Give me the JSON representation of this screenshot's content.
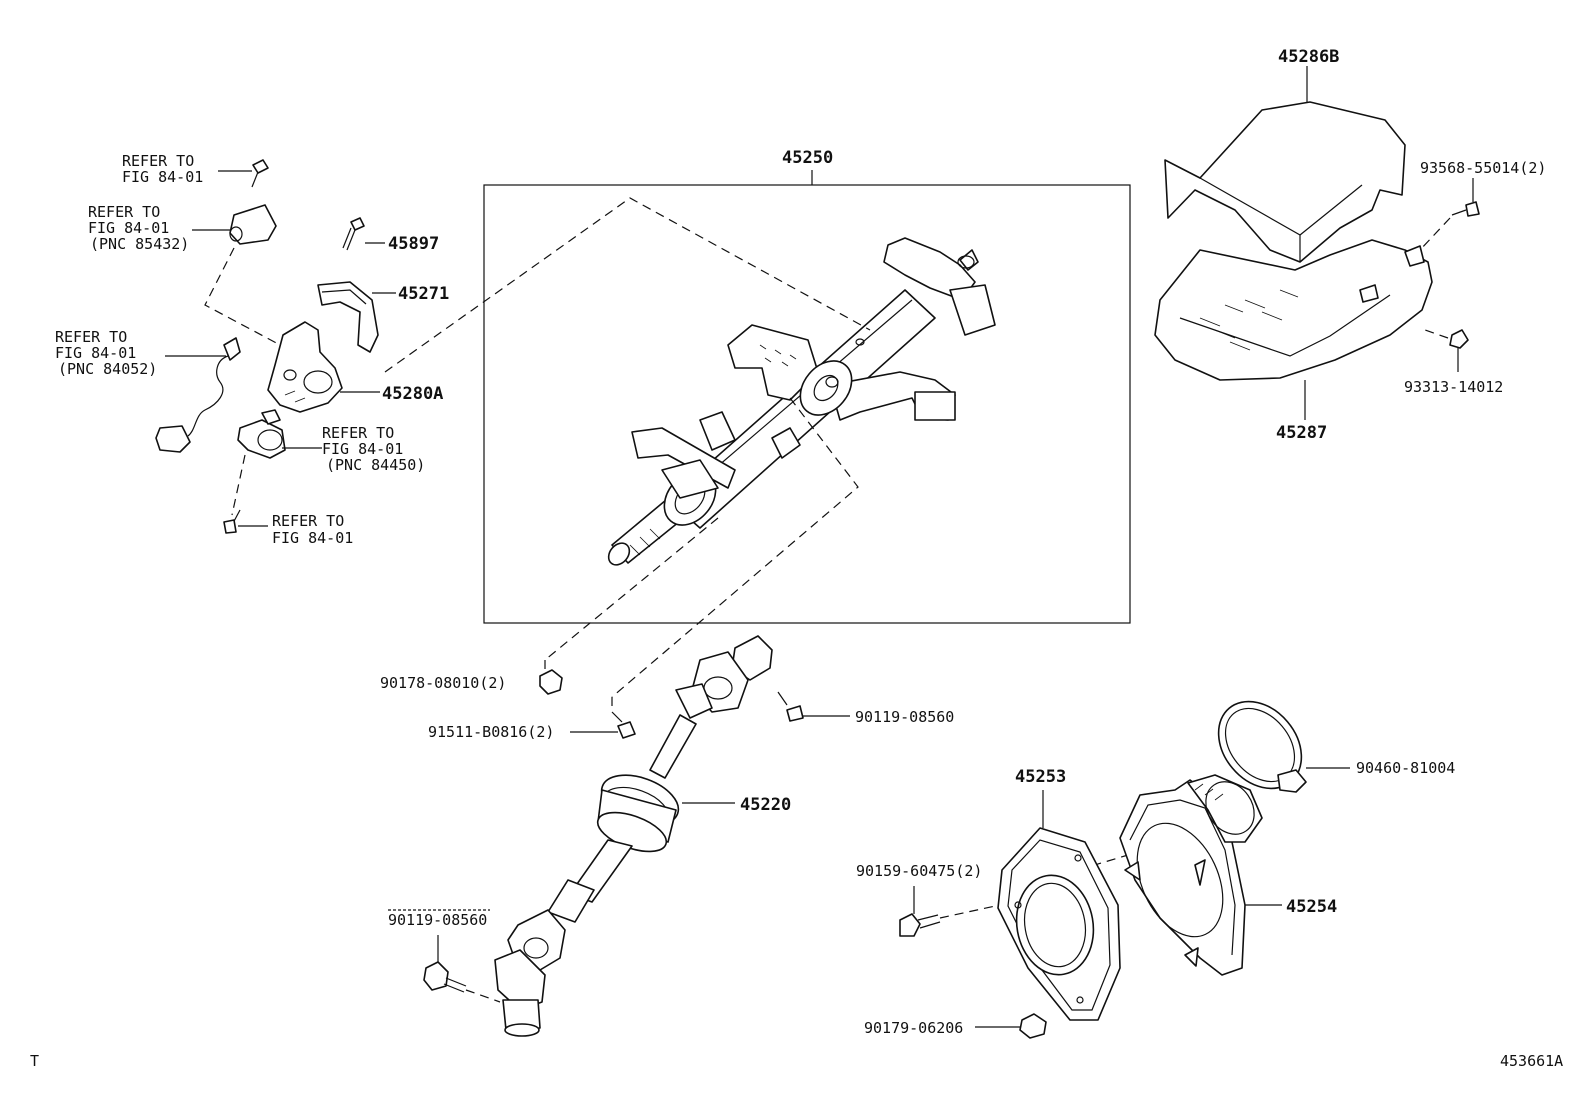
{
  "labels": {
    "refer_a_1": "REFER TO",
    "refer_a_2": "FIG 84-01",
    "refer_b_1": "REFER TO",
    "refer_b_2": "FIG 84-01",
    "refer_b_3": "(PNC 85432)",
    "refer_c_1": "REFER TO",
    "refer_c_2": "FIG 84-01",
    "refer_c_3": "(PNC 84052)",
    "refer_d_1": "REFER TO",
    "refer_d_2": "FIG 84-01",
    "refer_d_3": "(PNC 84450)",
    "refer_e_1": "REFER TO",
    "refer_e_2": "FIG 84-01",
    "p45897": "45897",
    "p45271": "45271",
    "p45280A": "45280A",
    "p45250": "45250",
    "p45286B": "45286B",
    "p93568": "93568-55014(2)",
    "p93313": "93313-14012",
    "p45287": "45287",
    "p90178": "90178-08010(2)",
    "p91511": "91511-B0816(2)",
    "p90119a": "90119-08560",
    "p45220": "45220",
    "p90119b": "90119-08560",
    "p45253": "45253",
    "p90460": "90460-81004",
    "p90159": "90159-60475(2)",
    "p45254": "45254",
    "p90179": "90179-06206",
    "corner_mark": "T",
    "figure_id": "453661A"
  }
}
